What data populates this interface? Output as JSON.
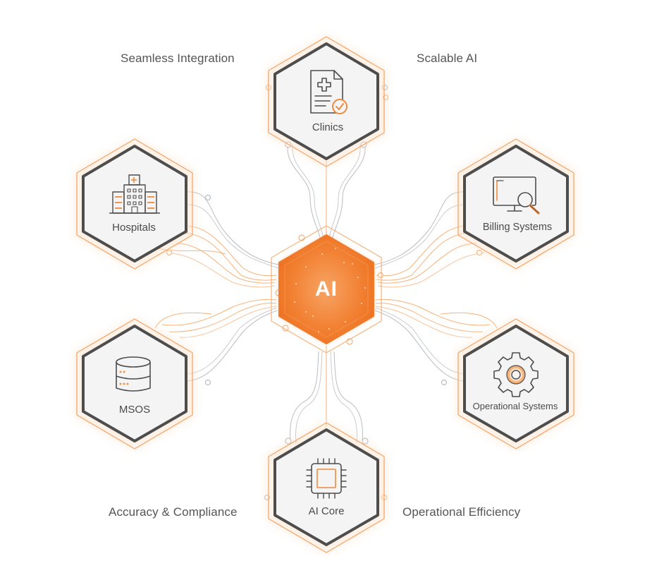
{
  "captions": {
    "top_left": "Seamless Integration",
    "top_right": "Scalable AI",
    "bottom_left": "Accuracy & Compliance",
    "bottom_right": "Operational Efficiency"
  },
  "center": {
    "label": "AI",
    "color": "#F07A2A"
  },
  "nodes": [
    {
      "id": "clinics",
      "label": "Clinics",
      "icon": "clinic-document-check-icon"
    },
    {
      "id": "hospitals",
      "label": "Hospitals",
      "icon": "hospital-building-icon"
    },
    {
      "id": "billing",
      "label": "Billing Systems",
      "icon": "monitor-magnifier-icon"
    },
    {
      "id": "msos",
      "label": "MSOS",
      "icon": "database-server-icon"
    },
    {
      "id": "operational",
      "label": "Operational Systems",
      "icon": "gear-icon"
    },
    {
      "id": "aicore",
      "label": "AI Core",
      "icon": "chip-icon"
    }
  ],
  "colors": {
    "accent": "#F08A3C",
    "accent_light": "#F7B27A",
    "node_border": "#4d4d4d",
    "node_fill": "#f4f4f4",
    "connector_gray": "#b9bcc2",
    "text": "#4a4a4a"
  }
}
